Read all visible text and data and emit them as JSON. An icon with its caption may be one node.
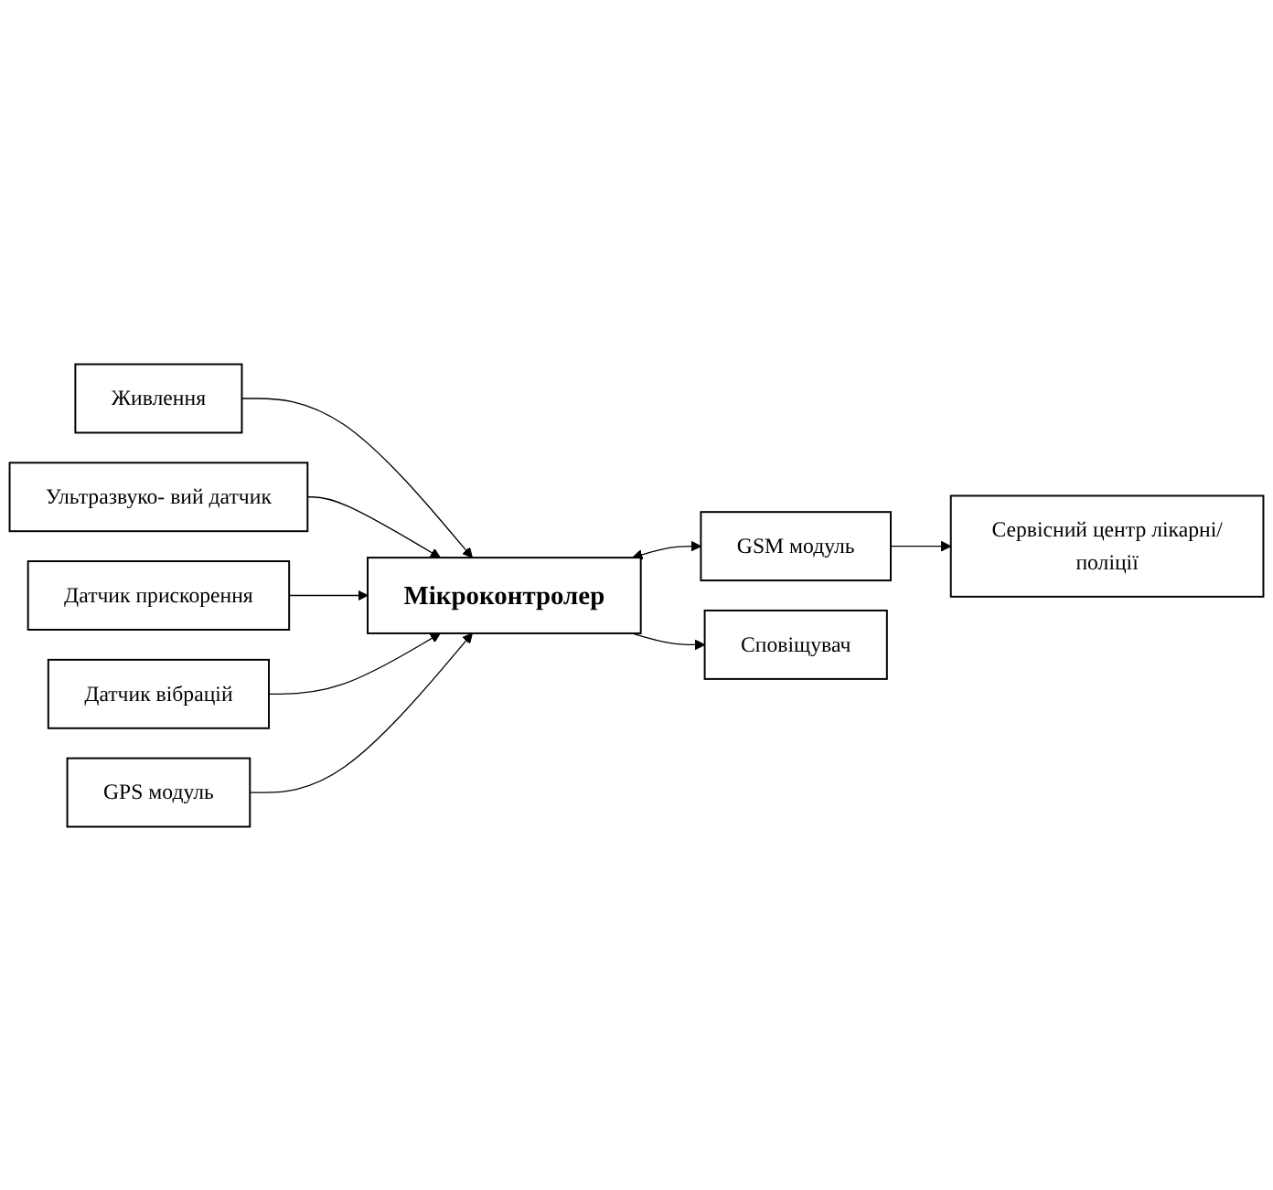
{
  "diagram": {
    "nodes": [
      {
        "text": [
          "Живлення"
        ]
      },
      {
        "text": [
          "Ультразвуко- вий датчик"
        ]
      },
      {
        "text": [
          "Датчик прискорення"
        ]
      },
      {
        "text": [
          "Датчик вібрацій"
        ]
      },
      {
        "text": [
          "GPS модуль"
        ]
      },
      {
        "text": [
          "Мікроконтролер"
        ]
      },
      {
        "text": [
          "GSM модуль"
        ]
      },
      {
        "text": [
          "Сервісний центр лікарні/поліції"
        ]
      },
      {
        "text": [
          "Сповіщувач"
        ]
      }
    ],
    "edges": [
      {
        "from": 0,
        "to": 5,
        "arrow": "to"
      },
      {
        "from": 1,
        "to": 5,
        "arrow": "to"
      },
      {
        "from": 2,
        "to": 5,
        "arrow": "to"
      },
      {
        "from": 3,
        "to": 5,
        "arrow": "to"
      },
      {
        "from": 4,
        "to": 5,
        "arrow": "to"
      },
      {
        "from": 5,
        "to": 6,
        "arrow": "both"
      },
      {
        "from": 6,
        "to": 7,
        "arrow": "to"
      },
      {
        "from": 5,
        "to": 8,
        "arrow": "to"
      }
    ]
  }
}
